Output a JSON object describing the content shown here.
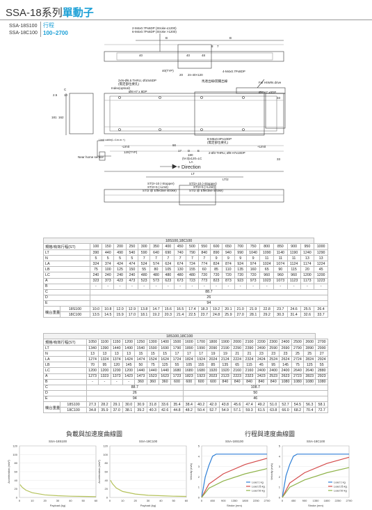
{
  "header": {
    "series": "SSA-18系列",
    "title_bold": "單動子",
    "models": [
      "SSA-18S100",
      "SSA-18C100"
    ],
    "stroke_label": "行程",
    "stroke_range": "100~2700"
  },
  "drawing": {
    "labels": {
      "top1": "2-M4x0.7Px6DP (Stroke ≤1200)",
      "top2": "6-M4x0.7Px6DP (Stroke >1200)",
      "B": "B",
      "dim40": "40",
      "dim48": "48",
      "dim8": "8",
      "dim7": "7",
      "dim40typ": "40(TYP)",
      "dim20": "20",
      "dimN": "2n-40×120",
      "m4": "4-M4x0.7Px8DP",
      "holes": "2xN-Ø6.5 THRU, Ø10x5DP",
      "holes_sub": "(需定部位要孔)",
      "index": "Index(optical)",
      "h7": "Ø8 H7 x 8DP",
      "motor": "馬達出線/開關出線",
      "hiwin": "For HIWIN drive",
      "h7b": "Ø8 H7 x8DP",
      "C": "C",
      "d2_5": "2.5",
      "d10": "10",
      "d33": "33",
      "d181": "181",
      "d162": "162",
      "cable": "Limit cable(L=1m.m.+)",
      "cable2": "(Φ4.5mm)",
      "limitL": "-Limit",
      "limitR": "+Limit",
      "typ120": "120(TYP)",
      "near": "Near home sensor",
      "d90": "90",
      "d17": "17",
      "dD": "D",
      "dE": "E",
      "m5": "8-M5x0.8Px10DP",
      "m5s": "(需定部位要孔)",
      "d180": "180",
      "dN120": "(N-3)x120=LC",
      "thru": "2-Ø3 THRU, Ø8 H7x10DP",
      "LB": "LB",
      "LA": "LA",
      "dir": "+ Direction",
      "LT": "LT",
      "LT2": "LT/2",
      "s1": "ST/2+10 (-Stopper)",
      "s2": "ST/2+5 (-Limit)",
      "s3": "ST/2 @ Effective stroke)",
      "s4": "ST/2+10 (+Stopper)",
      "s5": "ST/2+5 (+Limit)",
      "s6": "ST/2 @ Effective stroke)"
    }
  },
  "table1": {
    "caption": "18S100,18C100",
    "rows": [
      {
        "h": "規格/有效行程(ST)",
        "v": [
          "100",
          "150",
          "200",
          "250",
          "300",
          "350",
          "400",
          "450",
          "500",
          "550",
          "600",
          "650",
          "700",
          "750",
          "800",
          "850",
          "900",
          "950",
          "1000"
        ]
      },
      {
        "h": "LT",
        "v": [
          "390",
          "440",
          "490",
          "540",
          "590",
          "640",
          "690",
          "740",
          "790",
          "840",
          "890",
          "940",
          "990",
          "1040",
          "1090",
          "1140",
          "1190",
          "1240",
          "1290"
        ]
      },
      {
        "h": "N",
        "v": [
          "5",
          "5",
          "5",
          "5",
          "7",
          "7",
          "7",
          "7",
          "7",
          "7",
          "9",
          "9",
          "9",
          "9",
          "11",
          "11",
          "11",
          "13",
          "13"
        ]
      },
      {
        "h": "LA",
        "v": [
          "324",
          "374",
          "424",
          "474",
          "524",
          "574",
          "624",
          "674",
          "724",
          "774",
          "824",
          "874",
          "924",
          "974",
          "1024",
          "1074",
          "1124",
          "1174",
          "1224"
        ]
      },
      {
        "h": "LB",
        "v": [
          "75",
          "100",
          "125",
          "150",
          "55",
          "80",
          "105",
          "130",
          "155",
          "60",
          "85",
          "110",
          "135",
          "160",
          "65",
          "90",
          "115",
          "20",
          "45"
        ]
      },
      {
        "h": "LC",
        "v": [
          "240",
          "240",
          "240",
          "240",
          "480",
          "480",
          "480",
          "480",
          "480",
          "720",
          "720",
          "720",
          "720",
          "720",
          "960",
          "960",
          "960",
          "1200",
          "1200"
        ]
      },
      {
        "h": "A",
        "v": [
          "323",
          "373",
          "423",
          "473",
          "523",
          "573",
          "623",
          "673",
          "723",
          "773",
          "823",
          "873",
          "923",
          "973",
          "1023",
          "1073",
          "1123",
          "1173",
          "1223"
        ]
      },
      {
        "h": "B",
        "v": [
          "-",
          "-",
          "-",
          "-",
          "-",
          "-",
          "-",
          "-",
          "-",
          "-",
          "-",
          "-",
          "-",
          "-",
          "-",
          "-",
          "-",
          "-",
          "-"
        ]
      }
    ],
    "C": "88.7",
    "D": "26",
    "E": "94",
    "weight_label": "機台重量",
    "w1_name": "18S100",
    "w1": [
      "10.0",
      "10.8",
      "12.0",
      "12.9",
      "13.8",
      "14.7",
      "15.6",
      "16.5",
      "17.4",
      "18.3",
      "19.2",
      "20.1",
      "21.0",
      "21.9",
      "22.8",
      "23.7",
      "24.6",
      "25.5",
      "26.4"
    ],
    "w2_name": "18C100",
    "w2": [
      "13.5",
      "14.5",
      "15.9",
      "17.0",
      "18.1",
      "19.2",
      "20.3",
      "21.4",
      "22.5",
      "23.7",
      "24.8",
      "25.9",
      "27.0",
      "28.1",
      "29.2",
      "30.3",
      "31.4",
      "32.6",
      "33.7"
    ]
  },
  "table2": {
    "caption": "18S100,18C100",
    "rows": [
      {
        "h": "規格/有效行程(ST)",
        "v": [
          "1050",
          "1100",
          "1150",
          "1200",
          "1250",
          "1300",
          "1400",
          "1500",
          "1600",
          "1700",
          "1800",
          "1900",
          "2000",
          "2100",
          "2200",
          "2300",
          "2400",
          "2500",
          "2600",
          "2700"
        ]
      },
      {
        "h": "LT",
        "v": [
          "1340",
          "1390",
          "1440",
          "1490",
          "1540",
          "1590",
          "1690",
          "1790",
          "1890",
          "1990",
          "2090",
          "2190",
          "2290",
          "2390",
          "2490",
          "2590",
          "2690",
          "2790",
          "2890",
          "2990"
        ]
      },
      {
        "h": "N",
        "v": [
          "13",
          "13",
          "13",
          "13",
          "15",
          "15",
          "15",
          "17",
          "17",
          "17",
          "19",
          "19",
          "21",
          "21",
          "23",
          "23",
          "23",
          "25",
          "25",
          "27"
        ]
      },
      {
        "h": "LA",
        "v": [
          "1274",
          "1324",
          "1374",
          "1424",
          "1474",
          "1524",
          "1624",
          "1724",
          "1824",
          "1924",
          "2024",
          "2124",
          "2224",
          "2324",
          "2424",
          "2524",
          "2624",
          "2724",
          "2824",
          "2924"
        ]
      },
      {
        "h": "LB",
        "v": [
          "70",
          "95",
          "120",
          "145",
          "50",
          "75",
          "125",
          "55",
          "105",
          "155",
          "85",
          "135",
          "65",
          "115",
          "45",
          "95",
          "145",
          "75",
          "125",
          "55"
        ]
      },
      {
        "h": "LC",
        "v": [
          "1200",
          "1200",
          "1200",
          "1200",
          "1440",
          "1440",
          "1440",
          "1680",
          "1680",
          "1680",
          "1920",
          "1920",
          "2160",
          "2160",
          "2400",
          "2400",
          "2400",
          "2640",
          "2640",
          "2880"
        ]
      },
      {
        "h": "A",
        "v": [
          "1273",
          "1323",
          "1373",
          "1423",
          "1473",
          "1523",
          "1623",
          "1723",
          "1823",
          "1923",
          "2023",
          "2123",
          "2223",
          "2323",
          "2423",
          "2523",
          "2623",
          "2723",
          "2823",
          "2923"
        ]
      },
      {
        "h": "B",
        "v": [
          "-",
          "-",
          "-",
          "-",
          "360",
          "360",
          "360",
          "600",
          "600",
          "600",
          "600",
          "840",
          "840",
          "840",
          "840",
          "840",
          "1080",
          "1080",
          "1080",
          "1080"
        ]
      }
    ],
    "C_a": "88.7",
    "C_b": "108.7",
    "D_a": "26",
    "D_b": "50",
    "E_a": "94",
    "E_b": "46",
    "weight_label": "機台重量",
    "w1_name": "18S100",
    "w1": [
      "27.3",
      "28.2",
      "29.1",
      "30.0",
      "30.9",
      "31.8",
      "33.6",
      "35.4",
      "38.4",
      "40.2",
      "42.0",
      "43.8",
      "45.6",
      "47.4",
      "49.2",
      "51.0",
      "52.7",
      "54.5",
      "56.3",
      "58.1"
    ],
    "w2_name": "18C100",
    "w2": [
      "34.8",
      "35.9",
      "37.0",
      "38.1",
      "39.2",
      "40.3",
      "42.6",
      "44.8",
      "48.2",
      "50.4",
      "52.7",
      "54.9",
      "57.1",
      "59.3",
      "61.5",
      "63.8",
      "66.0",
      "68.2",
      "70.4",
      "72.7"
    ]
  },
  "sections": {
    "left": "負載與加速度曲線圖",
    "right": "行程與速度曲線圖"
  },
  "chart_data": [
    {
      "type": "line",
      "title": "SSA-18S100",
      "xlabel": "Payload (kg)",
      "ylabel": "Acceleration (m/s²)",
      "xlim": [
        0,
        60
      ],
      "ylim": [
        0,
        120
      ],
      "xticks": [
        "0",
        "10",
        "20",
        "30",
        "40",
        "50",
        "60"
      ],
      "yticks": [
        "0",
        "20",
        "40",
        "60",
        "80",
        "100",
        "120"
      ],
      "series": [
        {
          "values": [
            [
              0.5,
              30
            ],
            [
              2,
              24
            ],
            [
              5,
              17
            ],
            [
              10,
              11
            ],
            [
              20,
              6
            ],
            [
              30,
              4
            ],
            [
              40,
              3
            ],
            [
              50,
              2.5
            ],
            [
              60,
              2
            ]
          ]
        }
      ]
    },
    {
      "type": "line",
      "title": "SSA-18C100",
      "xlabel": "Payload (kg)",
      "ylabel": "Acceleration (m/s²)",
      "xlim": [
        0,
        60
      ],
      "ylim": [
        0,
        120
      ],
      "xticks": [
        "0",
        "10",
        "20",
        "30",
        "40",
        "50",
        "60"
      ],
      "yticks": [
        "0",
        "20",
        "40",
        "60",
        "80",
        "100",
        "120"
      ],
      "series": [
        {
          "values": [
            [
              0.5,
              40
            ],
            [
              2,
              32
            ],
            [
              5,
              22
            ],
            [
              10,
              14
            ],
            [
              20,
              8
            ],
            [
              30,
              5
            ],
            [
              40,
              4
            ],
            [
              50,
              3
            ],
            [
              60,
              2.5
            ]
          ]
        }
      ]
    },
    {
      "type": "line",
      "title": "SSA-18S100",
      "xlabel": "Stroke (mm)",
      "ylabel": "Velocity (m/s)",
      "xlim": [
        0,
        2700
      ],
      "ylim": [
        0,
        5
      ],
      "xticks": [
        "0",
        "450",
        "900",
        "1350",
        "1800",
        "2250",
        "2700"
      ],
      "yticks": [
        "0",
        "1",
        "2",
        "3",
        "4",
        "5"
      ],
      "legend": "bottom-right",
      "series": [
        {
          "name": "Load 1 kg",
          "color": "#2e7fd6",
          "values": [
            [
              0,
              0
            ],
            [
              150,
              2
            ],
            [
              300,
              3.1
            ],
            [
              450,
              4
            ],
            [
              600,
              4.2
            ],
            [
              2700,
              4.2
            ]
          ]
        },
        {
          "name": "Load 25 kg",
          "color": "#d44a4a",
          "values": [
            [
              0,
              0
            ],
            [
              300,
              1.3
            ],
            [
              900,
              2.3
            ],
            [
              1800,
              3.2
            ],
            [
              2700,
              3.8
            ]
          ]
        },
        {
          "name": "Load 50 kg",
          "color": "#8fb34a",
          "values": [
            [
              0,
              0
            ],
            [
              300,
              0.9
            ],
            [
              900,
              1.6
            ],
            [
              1800,
              2.3
            ],
            [
              2700,
              2.8
            ]
          ]
        }
      ]
    },
    {
      "type": "line",
      "title": "SSA-18C100",
      "xlabel": "Stroke (mm)",
      "ylabel": "Velocity (m/s)",
      "xlim": [
        0,
        2700
      ],
      "ylim": [
        0,
        5
      ],
      "xticks": [
        "0",
        "450",
        "900",
        "1350",
        "1800",
        "2250",
        "2700"
      ],
      "yticks": [
        "0",
        "1",
        "2",
        "3",
        "4",
        "5"
      ],
      "legend": "bottom-right",
      "series": [
        {
          "name": "Load 1 kg",
          "color": "#2e7fd6",
          "values": [
            [
              0,
              0
            ],
            [
              150,
              2.1
            ],
            [
              300,
              3.2
            ],
            [
              450,
              4
            ],
            [
              600,
              4.2
            ],
            [
              2700,
              4.2
            ]
          ]
        },
        {
          "name": "Load 25 kg",
          "color": "#d44a4a",
          "values": [
            [
              0,
              0
            ],
            [
              300,
              1.4
            ],
            [
              900,
              2.4
            ],
            [
              1800,
              3.3
            ],
            [
              2700,
              3.9
            ]
          ]
        },
        {
          "name": "Load 50 kg",
          "color": "#8fb34a",
          "values": [
            [
              0,
              0
            ],
            [
              300,
              1
            ],
            [
              900,
              1.7
            ],
            [
              1800,
              2.4
            ],
            [
              2700,
              2.9
            ]
          ]
        }
      ]
    }
  ]
}
